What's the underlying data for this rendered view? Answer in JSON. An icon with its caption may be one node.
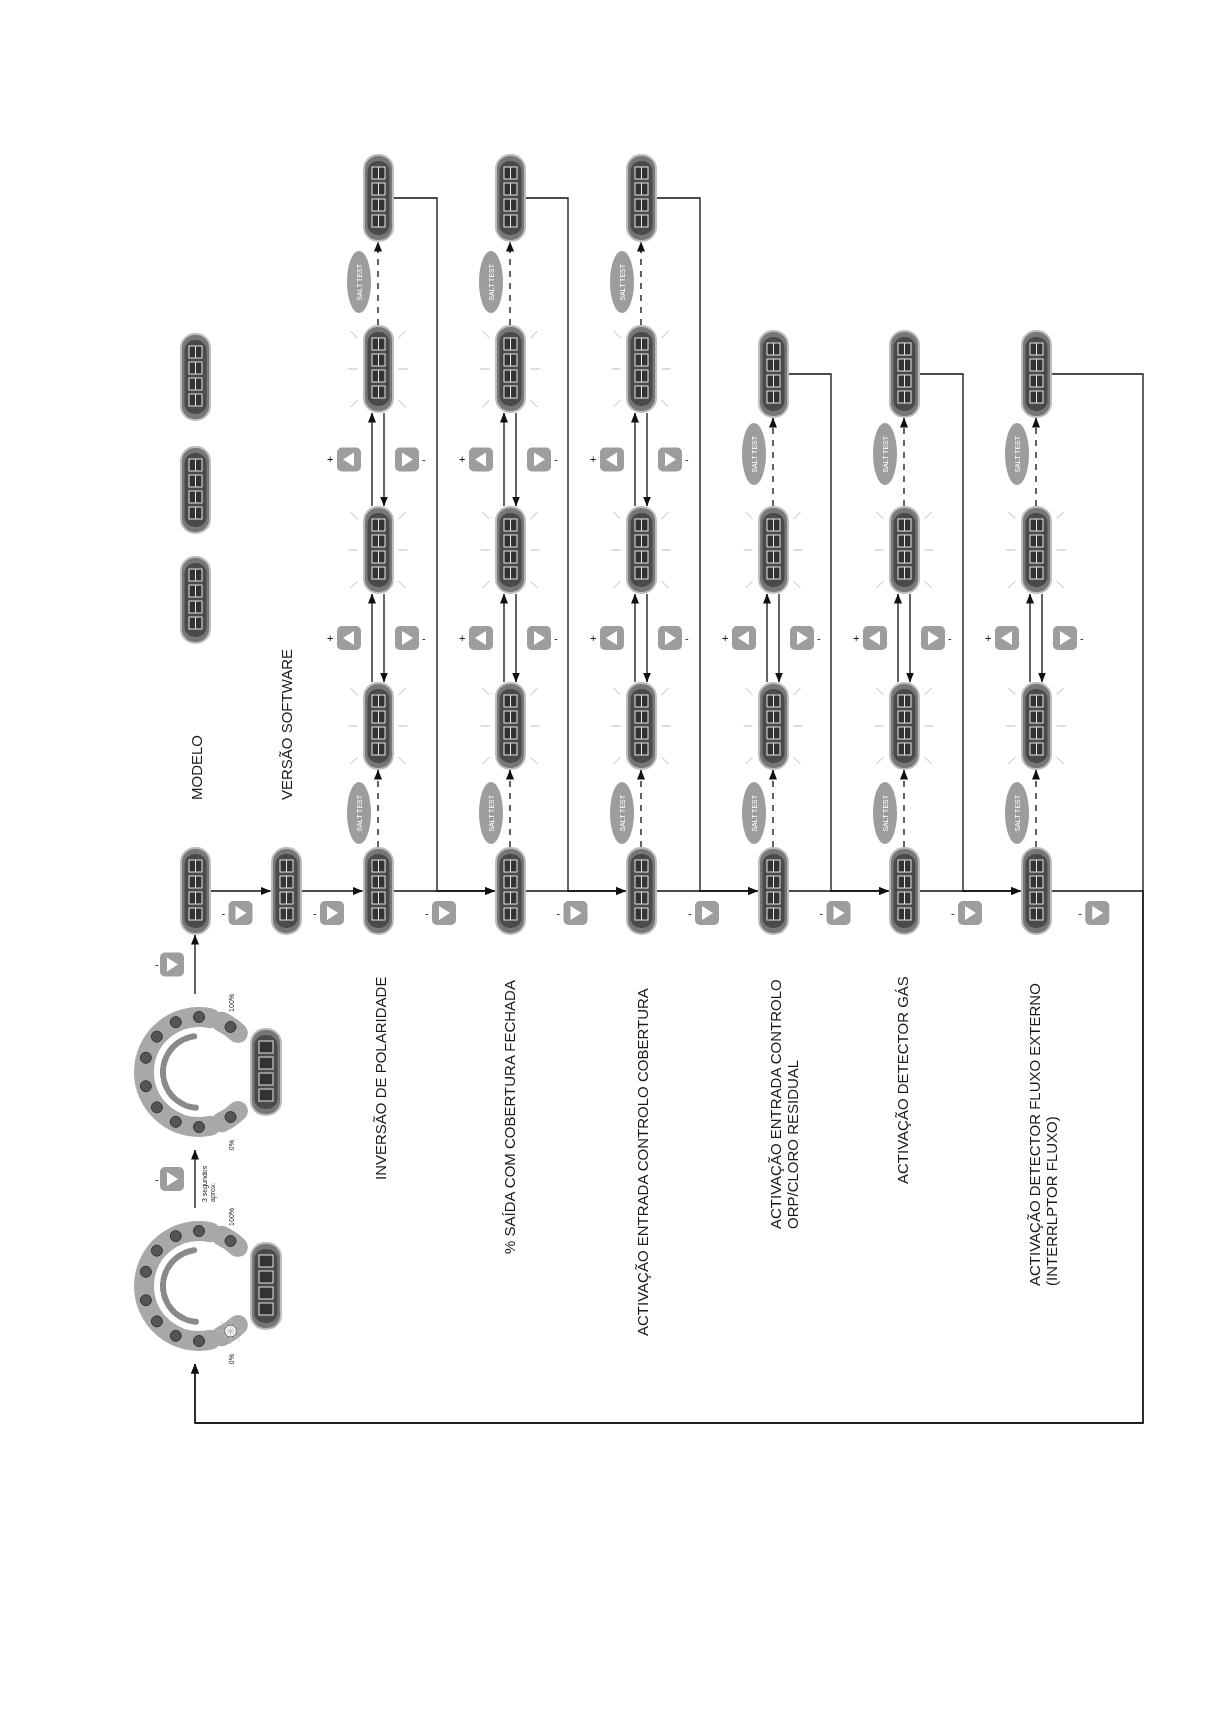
{
  "diagram": {
    "nodes": [
      {
        "text": [
          "0%",
          "100%"
        ]
      },
      {
        "text": [
          "0%",
          "100%"
        ]
      },
      {
        "text": [],
        "shape": "display",
        "beside": [
          "MODELO"
        ]
      },
      {
        "text": [],
        "shape": "display"
      },
      {
        "text": [],
        "shape": "display"
      },
      {
        "text": [],
        "shape": "display"
      },
      {
        "text": [],
        "shape": "display",
        "beside": [
          "VERSÃO SOFTWARE"
        ]
      },
      {
        "text": [],
        "shape": "display",
        "beside": [
          "INVERSÃO DE POLARIDADE"
        ]
      },
      {
        "text": [
          "SALT TEST"
        ]
      },
      {
        "text": [],
        "shape": "display"
      },
      {
        "text": [],
        "shape": "display"
      },
      {
        "text": [],
        "shape": "display"
      },
      {
        "text": [
          "SALT TEST"
        ]
      },
      {
        "text": [],
        "shape": "display"
      },
      {
        "text": [],
        "shape": "display",
        "beside": [
          "% SAÍDA COM COBERTURA FECHADA"
        ]
      },
      {
        "text": [
          "SALT TEST"
        ]
      },
      {
        "text": [],
        "shape": "display"
      },
      {
        "text": [],
        "shape": "display"
      },
      {
        "text": [],
        "shape": "display"
      },
      {
        "text": [
          "SALT TEST"
        ]
      },
      {
        "text": [],
        "shape": "display"
      },
      {
        "text": [],
        "shape": "display",
        "beside": [
          "ACTIVAÇÃO ENTRADA CONTROLO COBERTURA"
        ]
      },
      {
        "text": [
          "SALT TEST"
        ]
      },
      {
        "text": [],
        "shape": "display"
      },
      {
        "text": [],
        "shape": "display"
      },
      {
        "text": [],
        "shape": "display"
      },
      {
        "text": [
          "SALT TEST"
        ]
      },
      {
        "text": [],
        "shape": "display"
      },
      {
        "text": [],
        "shape": "display",
        "beside": [
          "ACTIVAÇÃO ENTRADA CONTROLO ORP/CLORO RESIDUAL"
        ]
      },
      {
        "text": [
          "SALT TEST"
        ]
      },
      {
        "text": [],
        "shape": "display"
      },
      {
        "text": [],
        "shape": "display"
      },
      {
        "text": [
          "SALT TEST"
        ]
      },
      {
        "text": [],
        "shape": "display"
      },
      {
        "text": [],
        "shape": "display",
        "beside": [
          "ACTIVAÇÃO DETECTOR GÁS"
        ]
      },
      {
        "text": [
          "SALT TEST"
        ]
      },
      {
        "text": [],
        "shape": "display"
      },
      {
        "text": [],
        "shape": "display"
      },
      {
        "text": [
          "SALT TEST"
        ]
      },
      {
        "text": [],
        "shape": "display"
      },
      {
        "text": [],
        "shape": "display",
        "beside": [
          "ACTIVAÇÃO DETECTOR FLUXO EXTERNO (INTERRLPTOR FLUXO)"
        ]
      },
      {
        "text": [
          "SALT TEST"
        ]
      },
      {
        "text": [],
        "shape": "display"
      },
      {
        "text": [],
        "shape": "display"
      },
      {
        "text": [
          "SALT TEST"
        ]
      },
      {
        "text": [],
        "shape": "display"
      }
    ],
    "edges": [
      {
        "from": 0,
        "to": 1,
        "arrow": "to",
        "label": "3 segundos aprox."
      },
      {
        "from": 1,
        "to": 2,
        "arrow": "to"
      },
      {
        "from": 2,
        "to": 6,
        "arrow": "to"
      },
      {
        "from": 6,
        "to": 7,
        "arrow": "to"
      },
      {
        "from": 7,
        "to": 9,
        "arrow": "to",
        "style": "dashed"
      },
      {
        "from": 9,
        "to": 10,
        "arrow": "to"
      },
      {
        "from": 10,
        "to": 9,
        "arrow": "to"
      },
      {
        "from": 10,
        "to": 11,
        "arrow": "to"
      },
      {
        "from": 11,
        "to": 10,
        "arrow": "to"
      },
      {
        "from": 11,
        "to": 13,
        "arrow": "to",
        "style": "dashed"
      },
      {
        "from": 13,
        "to": 14,
        "arrow": "to"
      },
      {
        "from": 7,
        "to": 14,
        "arrow": "to"
      },
      {
        "from": 14,
        "to": 16,
        "arrow": "to",
        "style": "dashed"
      },
      {
        "from": 16,
        "to": 17,
        "arrow": "to"
      },
      {
        "from": 17,
        "to": 16,
        "arrow": "to"
      },
      {
        "from": 17,
        "to": 18,
        "arrow": "to"
      },
      {
        "from": 18,
        "to": 17,
        "arrow": "to"
      },
      {
        "from": 18,
        "to": 20,
        "arrow": "to",
        "style": "dashed"
      },
      {
        "from": 20,
        "to": 21,
        "arrow": "to"
      },
      {
        "from": 14,
        "to": 21,
        "arrow": "to"
      },
      {
        "from": 21,
        "to": 23,
        "arrow": "to",
        "style": "dashed"
      },
      {
        "from": 23,
        "to": 24,
        "arrow": "to"
      },
      {
        "from": 24,
        "to": 23,
        "arrow": "to"
      },
      {
        "from": 24,
        "to": 25,
        "arrow": "to"
      },
      {
        "from": 25,
        "to": 24,
        "arrow": "to"
      },
      {
        "from": 25,
        "to": 27,
        "arrow": "to",
        "style": "dashed"
      },
      {
        "from": 27,
        "to": 28,
        "arrow": "to"
      },
      {
        "from": 21,
        "to": 28,
        "arrow": "to"
      },
      {
        "from": 28,
        "to": 30,
        "arrow": "to",
        "style": "dashed"
      },
      {
        "from": 30,
        "to": 31,
        "arrow": "to"
      },
      {
        "from": 31,
        "to": 30,
        "arrow": "to"
      },
      {
        "from": 31,
        "to": 33,
        "arrow": "to",
        "style": "dashed"
      },
      {
        "from": 33,
        "to": 34,
        "arrow": "to"
      },
      {
        "from": 28,
        "to": 34,
        "arrow": "to"
      },
      {
        "from": 34,
        "to": 36,
        "arrow": "to",
        "style": "dashed"
      },
      {
        "from": 36,
        "to": 37,
        "arrow": "to"
      },
      {
        "from": 37,
        "to": 36,
        "arrow": "to"
      },
      {
        "from": 37,
        "to": 39,
        "arrow": "to",
        "style": "dashed"
      },
      {
        "from": 39,
        "to": 40,
        "arrow": "to"
      },
      {
        "from": 34,
        "to": 40,
        "arrow": "to"
      },
      {
        "from": 40,
        "to": 42,
        "arrow": "to",
        "style": "dashed"
      },
      {
        "from": 42,
        "to": 43,
        "arrow": "to"
      },
      {
        "from": 43,
        "to": 42,
        "arrow": "to"
      },
      {
        "from": 43,
        "to": 45,
        "arrow": "to",
        "style": "dashed"
      },
      {
        "from": 45,
        "to": 0,
        "arrow": "to"
      },
      {
        "from": 40,
        "to": 0,
        "arrow": "to"
      }
    ],
    "labels": [
      "-",
      "-",
      "-",
      "-",
      "+",
      "-",
      "+",
      "-",
      "-",
      "+",
      "-",
      "+",
      "-",
      "-",
      "+",
      "-",
      "+",
      "-",
      "-",
      "+",
      "-",
      "-",
      "+",
      "-",
      "-",
      "+",
      "-",
      "-"
    ]
  }
}
